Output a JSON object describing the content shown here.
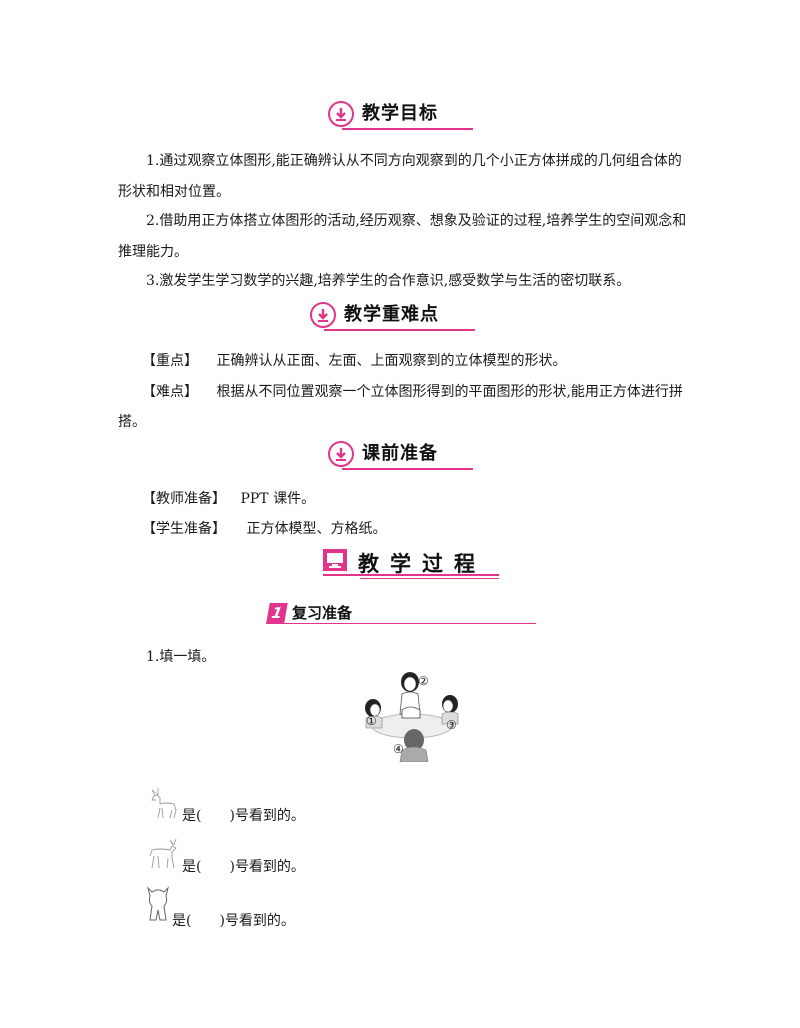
{
  "sections": {
    "goals": {
      "title": "教学目标"
    },
    "key_points": {
      "title": "教学重难点"
    },
    "preparation": {
      "title": "课前准备"
    }
  },
  "goals": [
    "1.通过观察立体图形,能正确辨认从不同方向观察到的几个小正方体拼成的几何组合体的形状和相对位置。",
    "2.借助用正方体搭立体图形的活动,经历观察、想象及验证的过程,培养学生的空间观念和推理能力。",
    "3.激发学生学习数学的兴趣,培养学生的合作意识,感受数学与生活的密切联系。"
  ],
  "key_points": {
    "focus_tag": "【重点】",
    "focus_text": "正确辨认从正面、左面、上面观察到的立体模型的形状。",
    "difficulty_tag": "【难点】",
    "difficulty_text": "根据从不同位置观察一个立体图形得到的平面图形的形状,能用正方体进行拼搭。"
  },
  "preparation": {
    "teacher_tag": "【教师准备】",
    "teacher_text": "PPT 课件。",
    "student_tag": "【学生准备】",
    "student_text": "正方体模型、方格纸。"
  },
  "process": {
    "title": "教学过程",
    "step_number": "1",
    "step_title": "复习准备"
  },
  "exercise": {
    "intro": "1.填一填。",
    "labels": [
      "①",
      "②",
      "③",
      "④"
    ],
    "answers": [
      "是(　　)号看到的。",
      "是(　　)号看到的。",
      "是(　　)号看到的。"
    ]
  },
  "colors": {
    "accent": "#e0358a"
  }
}
